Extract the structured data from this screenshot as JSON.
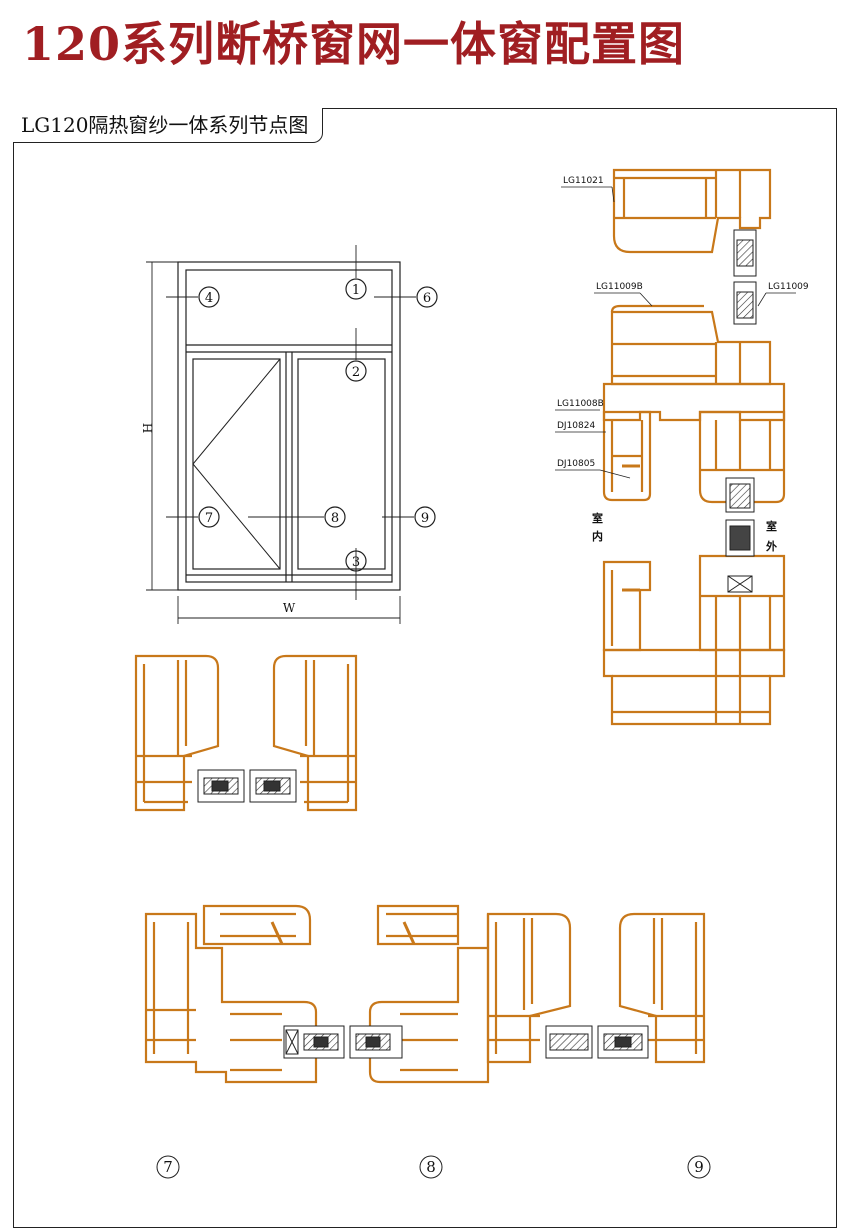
{
  "title": "120系列断桥窗网一体窗配置图",
  "subtitle": "LG120隔热窗纱一体系列节点图",
  "elevation": {
    "callouts": [
      "1",
      "2",
      "3",
      "4",
      "6",
      "7",
      "8",
      "9"
    ],
    "dim_height": "H",
    "dim_width": "W"
  },
  "section_labels": {
    "part1": "LG11021",
    "part2": "LG11009B",
    "part3": "LG11009",
    "part4": "LG11008B",
    "part5": "DJ10824",
    "part6": "DJ10805"
  },
  "side_labels": {
    "indoor_1": "室",
    "indoor_2": "内",
    "outdoor_1": "室",
    "outdoor_2": "外"
  },
  "bottom_callouts": [
    "7",
    "8",
    "9"
  ],
  "colors": {
    "title": "#a01e22",
    "profile": "#c8781a",
    "line": "#222222"
  }
}
